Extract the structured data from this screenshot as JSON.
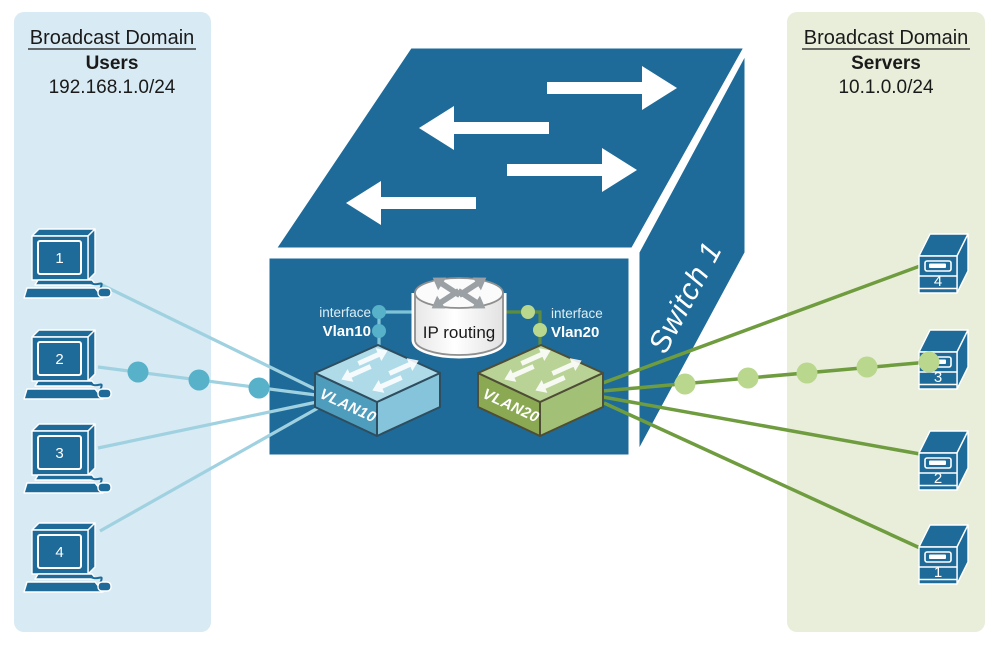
{
  "left_panel": {
    "title": "Broadcast Domain",
    "group_label": "Users",
    "subnet": "192.168.1.0/24",
    "computers": [
      {
        "label": "1"
      },
      {
        "label": "2"
      },
      {
        "label": "3"
      },
      {
        "label": "4"
      }
    ]
  },
  "right_panel": {
    "title": "Broadcast Domain",
    "group_label": "Servers",
    "subnet": "10.1.0.0/24",
    "servers": [
      {
        "label": "4"
      },
      {
        "label": "3"
      },
      {
        "label": "2"
      },
      {
        "label": "1"
      }
    ]
  },
  "switch": {
    "label": "Switch 1",
    "router_label": "IP routing",
    "vlan10": {
      "interface_word": "interface",
      "interface_name": "Vlan10",
      "box_label": "VLAN10"
    },
    "vlan20": {
      "interface_word": "interface",
      "interface_name": "Vlan20",
      "box_label": "VLAN20"
    }
  },
  "colors": {
    "switch_body": "#1e6b99",
    "device_body": "#1e6b99",
    "users_panel_bg": "#d8eaf3",
    "servers_panel_bg": "#e8eeda",
    "user_link": "#9fd1e0",
    "user_link_dot": "#57b1c9",
    "server_link": "#6f9c3e",
    "server_link_dot": "#b9d78d",
    "vlan10_top": "#afdbe9",
    "vlan10_front": "#4f9dbd",
    "vlan10_side": "#85c4da",
    "vlan20_top": "#b9d295",
    "vlan20_front": "#8ba953",
    "vlan20_side": "#a3c077",
    "router_fill": "#f4f4f4",
    "text_color": "#1a1a1a"
  }
}
